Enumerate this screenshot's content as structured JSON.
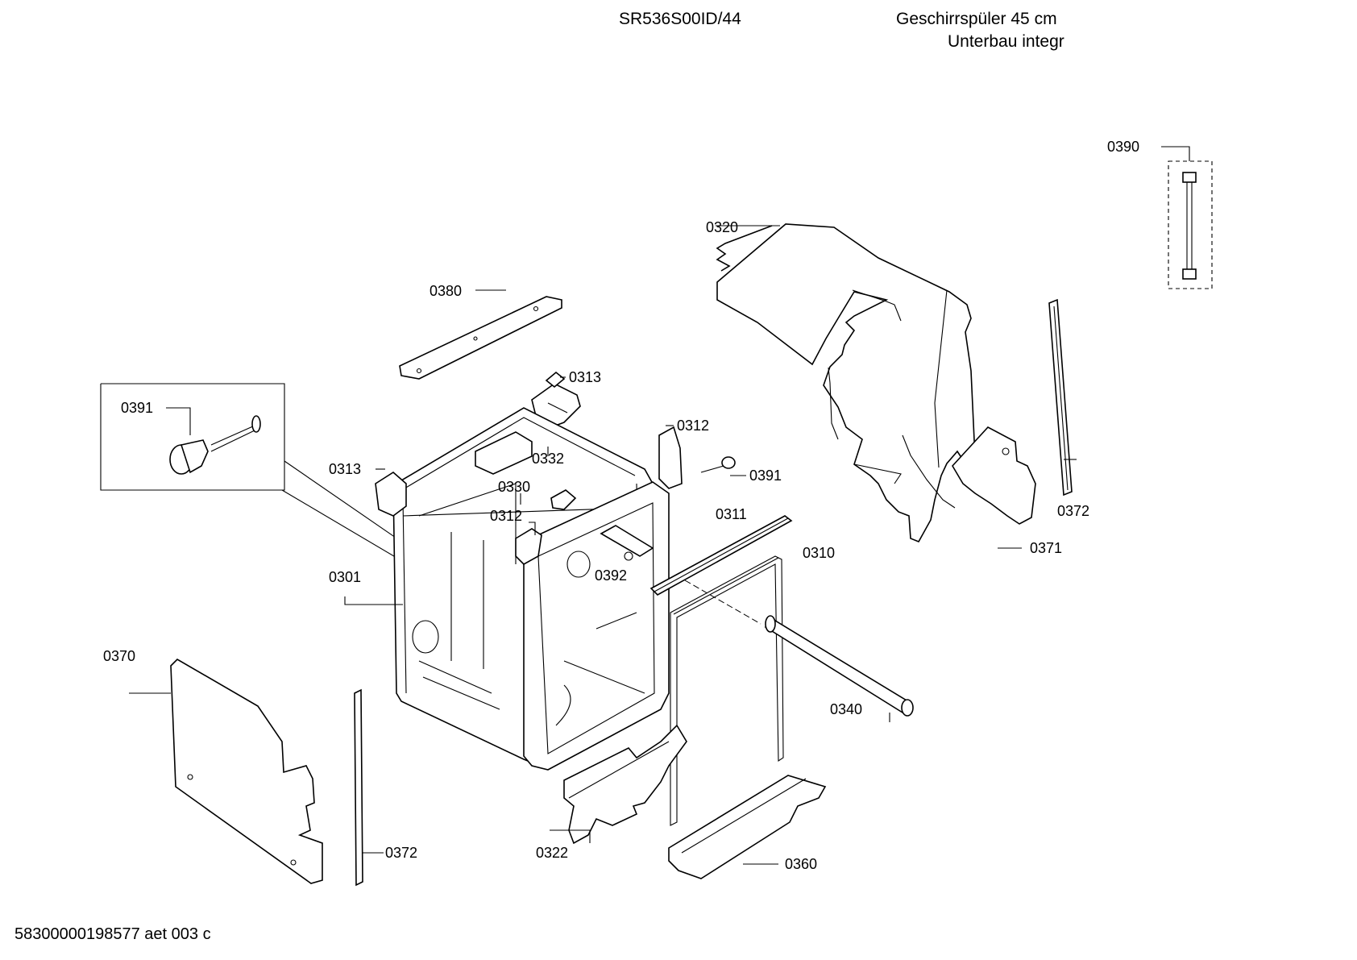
{
  "header": {
    "model": "SR536S00ID/44",
    "description_line1": "Geschirrspüler 45 cm",
    "description_line2": "Unterbau integr"
  },
  "footer": {
    "document_id": "58300000198577 aet 003 c"
  },
  "part_labels": {
    "p0390": "0390",
    "p0320": "0320",
    "p0380": "0380",
    "p0313a": "0313",
    "p0391a": "0391",
    "p0312a": "0312",
    "p0313b": "0313",
    "p0332": "0332",
    "p0391b": "0391",
    "p0330": "0330",
    "p0312b": "0312",
    "p0311": "0311",
    "p0372a": "0372",
    "p0371": "0371",
    "p0310": "0310",
    "p0392": "0392",
    "p0301": "0301",
    "p0370": "0370",
    "p0340": "0340",
    "p0372b": "0372",
    "p0322": "0322",
    "p0360": "0360"
  }
}
